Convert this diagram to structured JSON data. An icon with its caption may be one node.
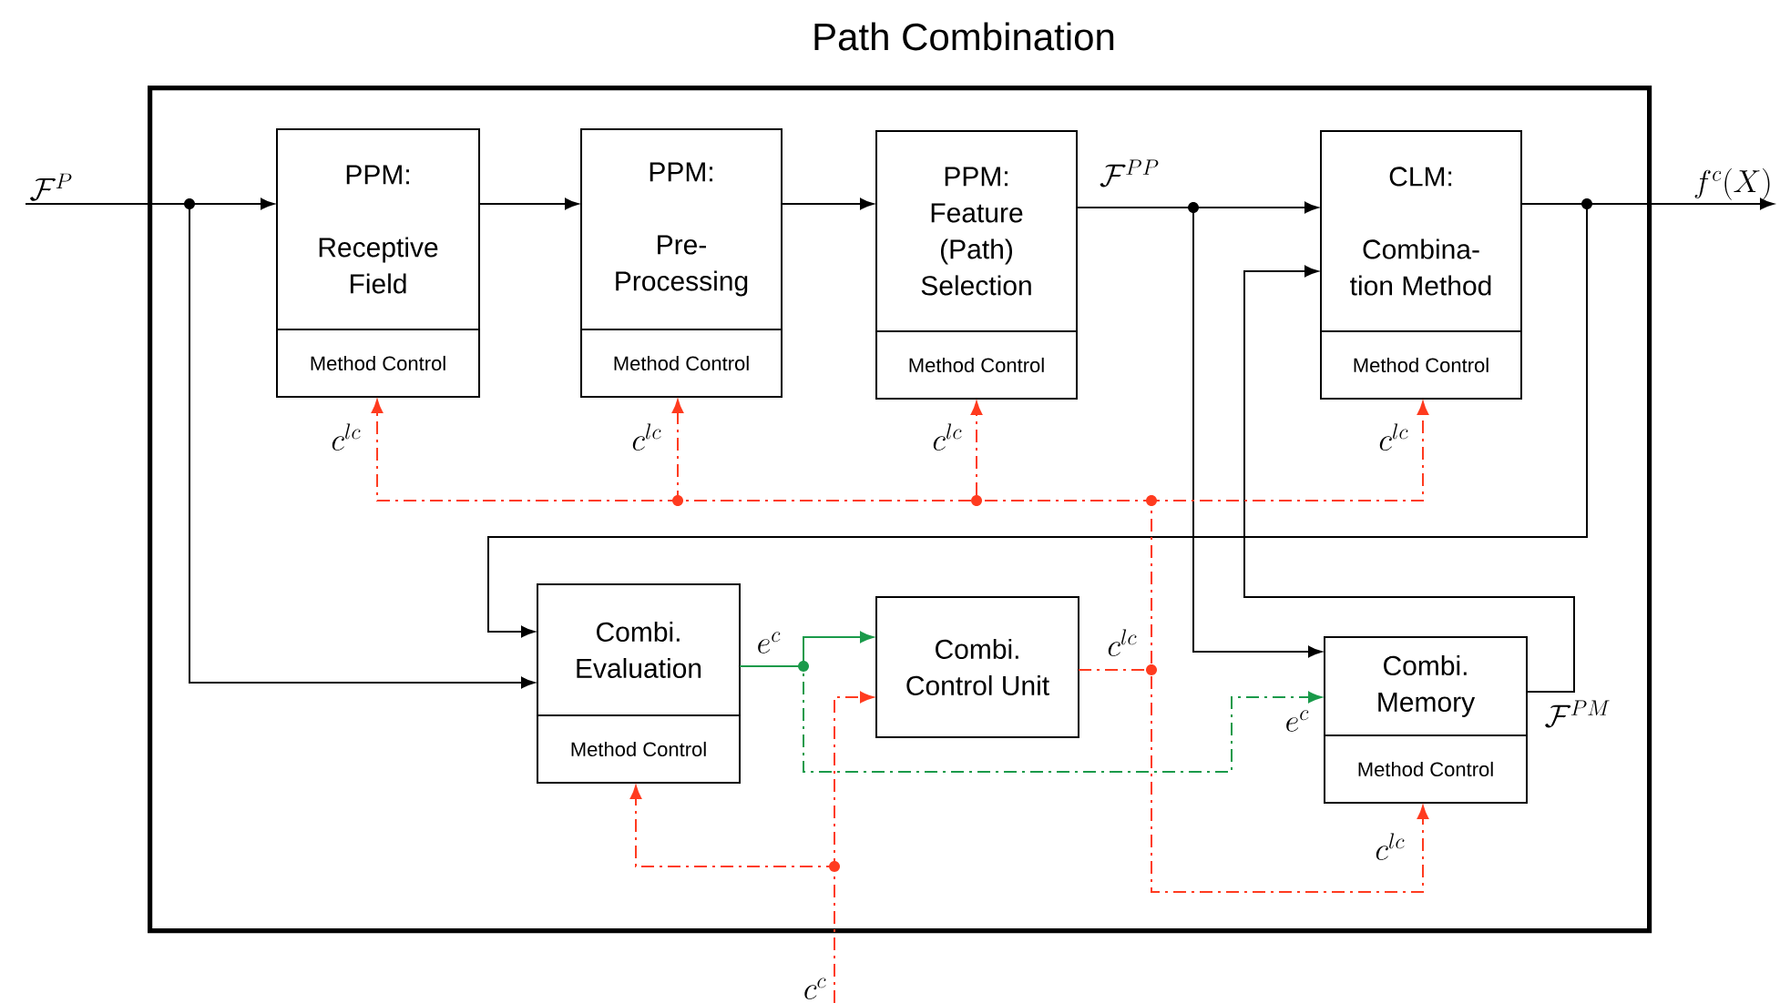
{
  "diagram": {
    "title": "Path Combination",
    "nodes": [
      {
        "text": [],
        "shape": "box"
      },
      {
        "text": [
          "PPM:",
          "Receptive Field"
        ],
        "in": 0
      },
      {
        "text": [
          "Method Control"
        ],
        "in": 1
      },
      {
        "text": [
          "PPM:",
          "Pre- Processing"
        ],
        "in": 0
      },
      {
        "text": [
          "Method Control"
        ],
        "in": 3
      },
      {
        "text": [
          "PPM:",
          "Feature (Path) Selection"
        ],
        "in": 0
      },
      {
        "text": [
          "Method Control"
        ],
        "in": 5
      },
      {
        "text": [
          "CLM:",
          "Combina- tion Method"
        ],
        "in": 0
      },
      {
        "text": [
          "Method Control"
        ],
        "in": 7
      },
      {
        "text": [
          "Combi. Evaluation"
        ],
        "in": 0
      },
      {
        "text": [
          "Method Control"
        ],
        "in": 9
      },
      {
        "text": [
          "Combi. Control Unit"
        ],
        "in": 0
      },
      {
        "text": [
          "Combi. Memory"
        ],
        "in": 0
      },
      {
        "text": [
          "Method Control"
        ],
        "in": 12
      },
      {
        "text": [
          "\\mathcal{F}^{P}"
        ]
      },
      {
        "text": [
          "f^{c}(X)"
        ]
      },
      {
        "text": [
          "c^{c}"
        ]
      }
    ],
    "edges": [
      {
        "from": 14,
        "to": 1,
        "arrow": "to"
      },
      {
        "from": 14,
        "to": 9,
        "arrow": "to"
      },
      {
        "from": 1,
        "to": 3,
        "arrow": "to"
      },
      {
        "from": 3,
        "to": 5,
        "arrow": "to"
      },
      {
        "from": 5,
        "to": 7,
        "arrow": "to"
      },
      {
        "from": 5,
        "to": 12,
        "arrow": "to"
      },
      {
        "from": 7,
        "to": 15,
        "arrow": "to"
      },
      {
        "from": 7,
        "to": 9,
        "arrow": "to"
      },
      {
        "from": 12,
        "to": 7,
        "arrow": "to"
      },
      {
        "from": 9,
        "to": 11,
        "arrow": "to",
        "color": "#1a9a4a"
      },
      {
        "from": 9,
        "to": 12,
        "arrow": "to",
        "style": "dashed",
        "color": "#1a9a4a"
      },
      {
        "from": 11,
        "to": 2,
        "arrow": "to",
        "style": "dashed",
        "color": "#ff3b1f"
      },
      {
        "from": 11,
        "to": 4,
        "arrow": "to",
        "style": "dashed",
        "color": "#ff3b1f"
      },
      {
        "from": 11,
        "to": 6,
        "arrow": "to",
        "style": "dashed",
        "color": "#ff3b1f"
      },
      {
        "from": 11,
        "to": 8,
        "arrow": "to",
        "style": "dashed",
        "color": "#ff3b1f"
      },
      {
        "from": 11,
        "to": 13,
        "arrow": "to",
        "style": "dashed",
        "color": "#ff3b1f"
      },
      {
        "from": 16,
        "to": 11,
        "arrow": "to",
        "style": "dashed",
        "color": "#ff3b1f"
      },
      {
        "from": 16,
        "to": 10,
        "arrow": "to",
        "style": "dashed",
        "color": "#ff3b1f"
      }
    ],
    "labels": [
      "\\mathcal{F}^{PP}",
      "c^{lc}",
      "c^{lc}",
      "c^{lc}",
      "c^{lc}",
      "e^{c}",
      "c^{lc}",
      "e^{c}",
      "\\mathcal{F}^{PM}",
      "c^{lc}"
    ]
  }
}
